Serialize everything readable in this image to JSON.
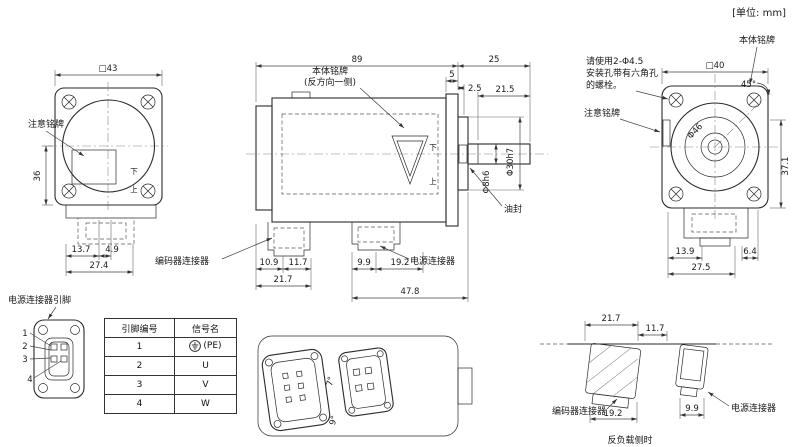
{
  "unit_note": "[单位: mm]",
  "front_view": {
    "dim_square": "□43",
    "dim_height": "36",
    "caution_label": "注意铭牌",
    "down_mark": "下",
    "up_mark": "上",
    "dim_13_7": "13.7",
    "dim_4_9": "4.9",
    "dim_27_4": "27.4"
  },
  "side_view": {
    "dim_length": "89",
    "dim_shaft_len": "25",
    "nameplate_label_line1": "本体铭牌",
    "nameplate_label_line2": "(反方向一侧)",
    "dim_5": "5",
    "dim_2_5": "2.5",
    "dim_21_5": "21.5",
    "shaft_dia": "Φ8h6",
    "pilot_dia": "Φ30h7",
    "oil_seal_label": "油封",
    "down_mark": "下",
    "up_mark": "上",
    "encoder_connector_label": "编码器连接器",
    "power_connector_label": "电源连接器",
    "dim_10_9": "10.9",
    "dim_11_7": "11.7",
    "dim_9_9": "9.9",
    "dim_19_2": "19.2",
    "dim_21_7": "21.7",
    "dim_47_8": "47.8"
  },
  "rear_view": {
    "dim_square": "□40",
    "nameplate_label": "本体铭牌",
    "bolt_note_line1": "请使用2-Φ4.5",
    "bolt_note_line2": "安装孔带有六角孔",
    "bolt_note_line3": "的螺栓。",
    "angle_45": "45°",
    "caution_label": "注意铭牌",
    "bolt_circle_dia": "Φ46",
    "dim_37_1": "37.1",
    "dim_13_9": "13.9",
    "dim_6_4": "6.4",
    "dim_27_5": "27.5"
  },
  "pin_table": {
    "title": "电源连接器引脚",
    "headers": [
      "引脚编号",
      "信号名"
    ],
    "rows": [
      {
        "pin": "1",
        "signal": "(PE)"
      },
      {
        "pin": "2",
        "signal": "U"
      },
      {
        "pin": "3",
        "signal": "V"
      },
      {
        "pin": "4",
        "signal": "W"
      }
    ],
    "pin_callouts": [
      "1",
      "2",
      "3",
      "4"
    ]
  },
  "bottom_view": {
    "angle_7": "7°",
    "angle_9": "9°"
  },
  "anti_load_view": {
    "dim_21_7": "21.7",
    "dim_11_7": "11.7",
    "dim_19_2": "19.2",
    "dim_9_9": "9.9",
    "encoder_connector_label": "编码器连接器",
    "power_connector_label": "电源连接器",
    "caption": "反负载侧时"
  }
}
